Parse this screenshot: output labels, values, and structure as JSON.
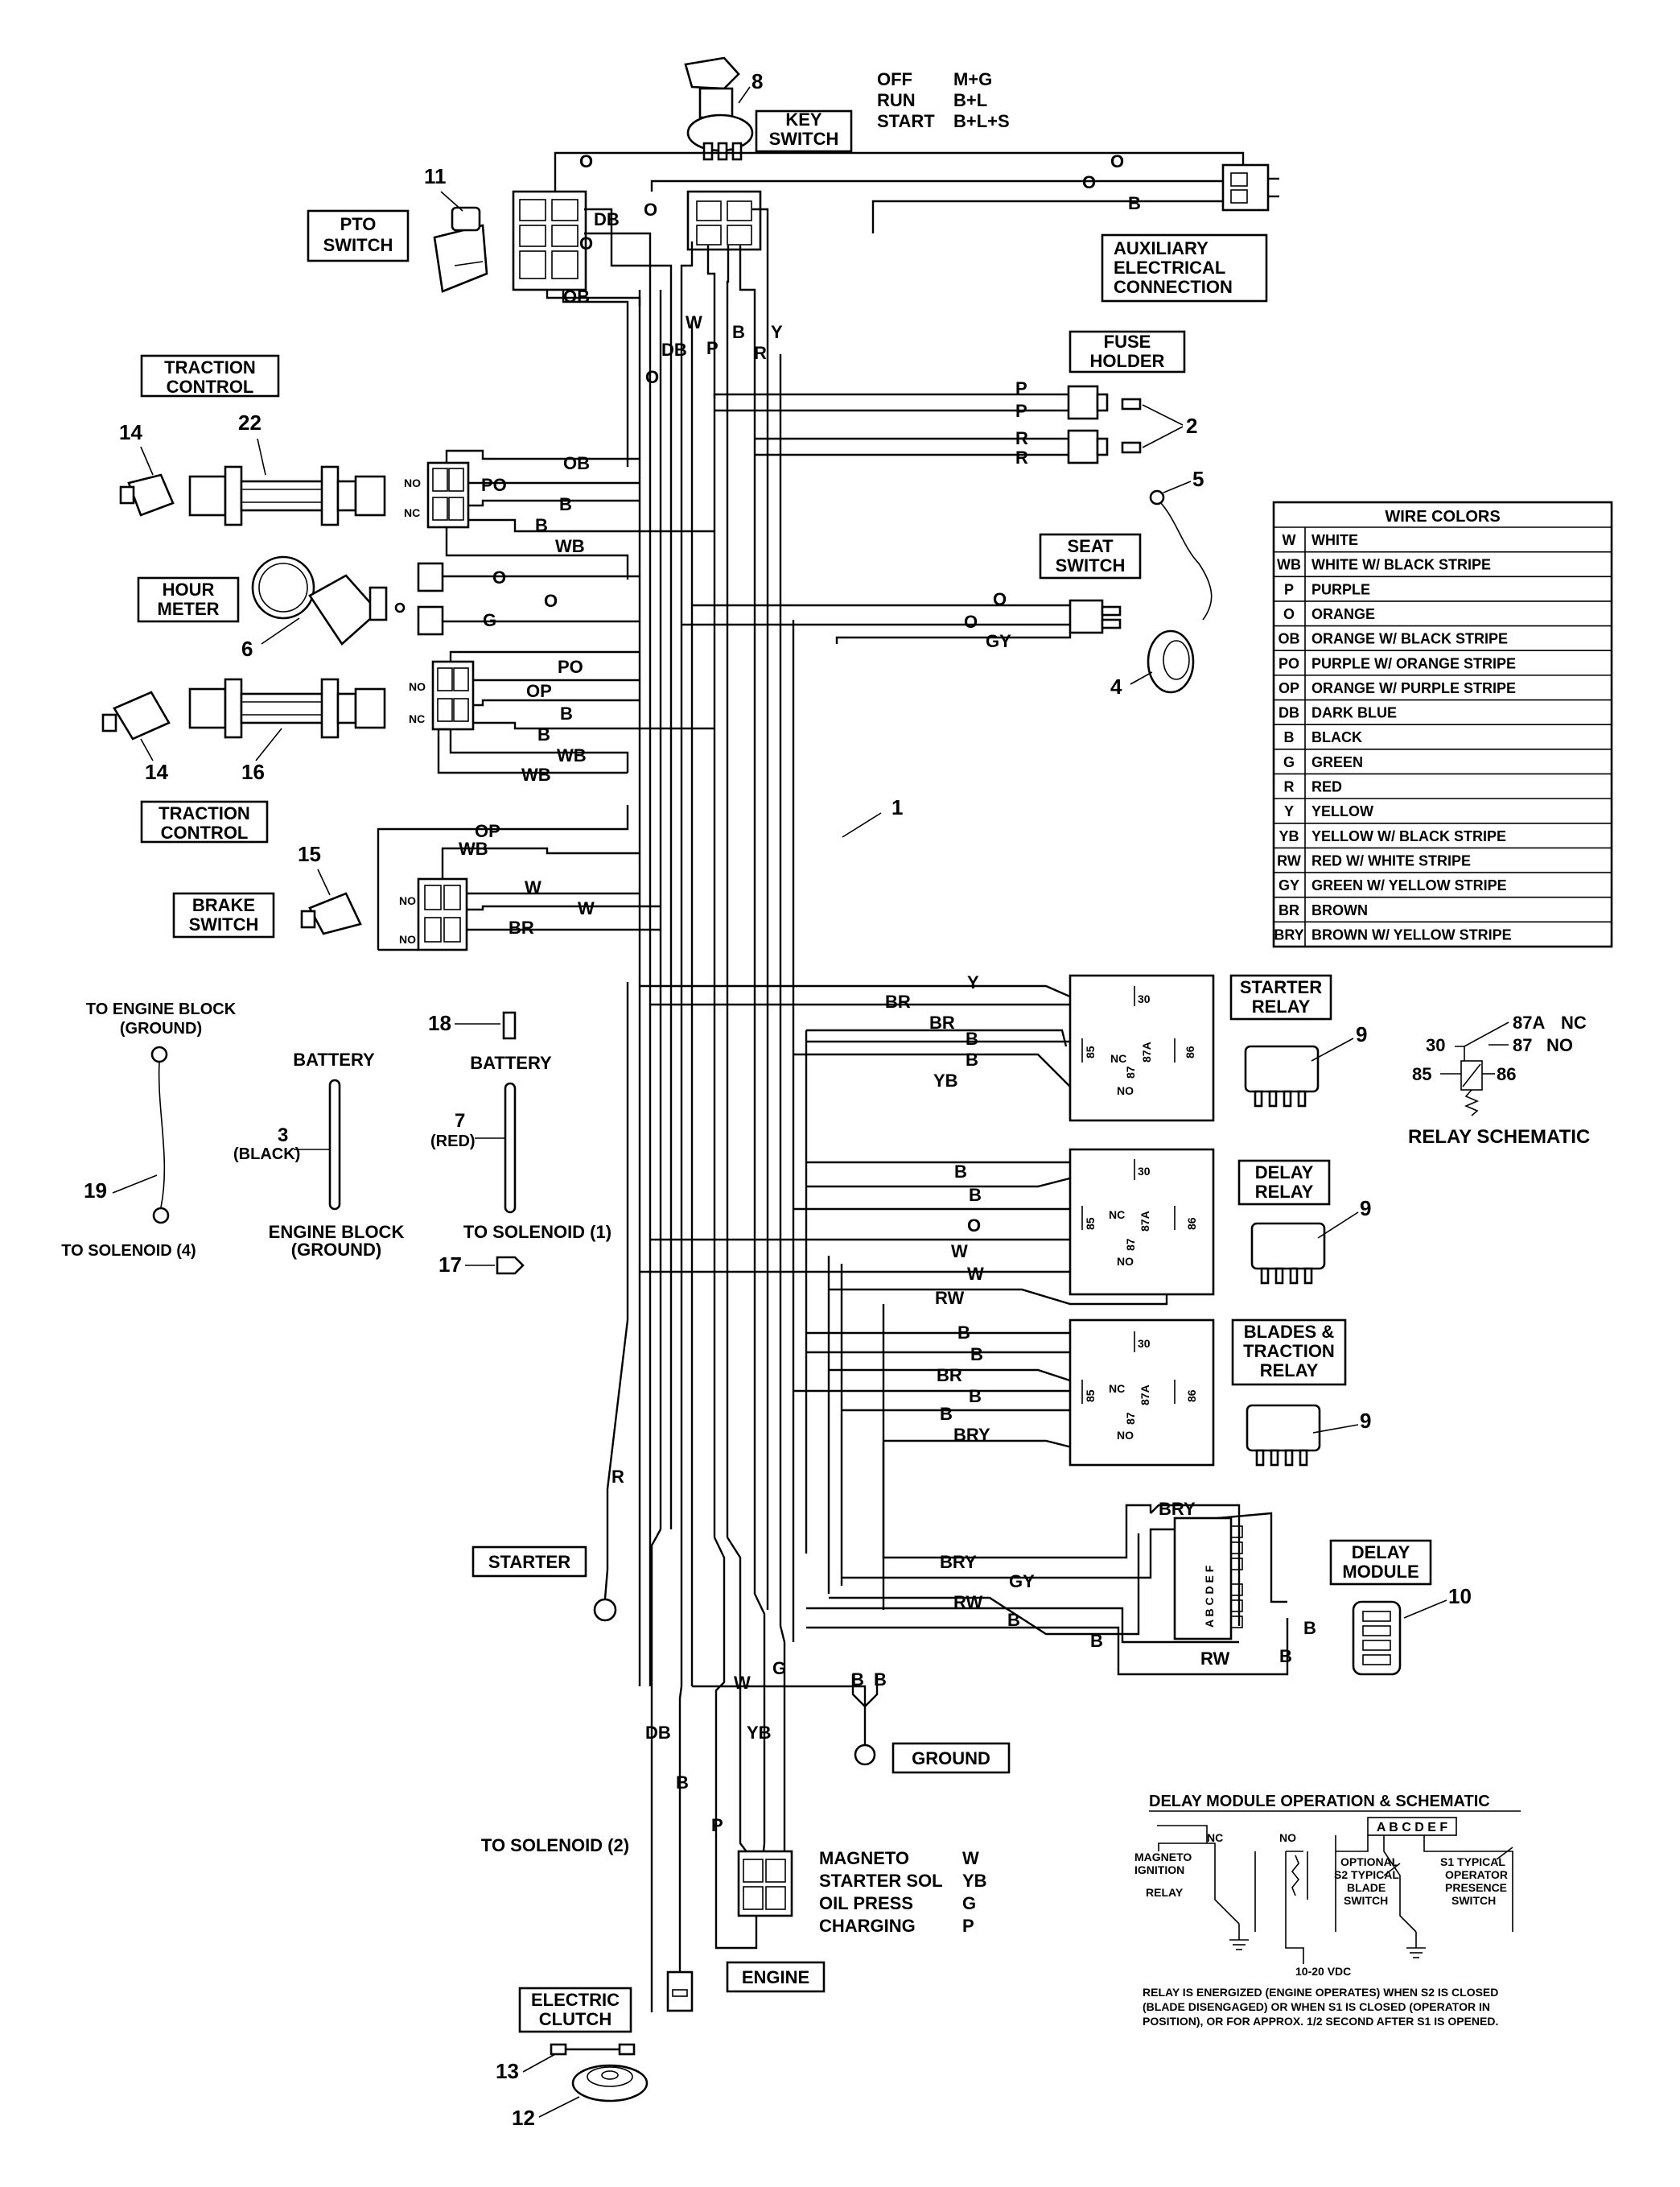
{
  "key_switch": {
    "callout": "8",
    "title_line1": "KEY",
    "title_line2": "SWITCH",
    "positions": [
      {
        "pos": "OFF",
        "contacts": "M+G"
      },
      {
        "pos": "RUN",
        "contacts": "B+L"
      },
      {
        "pos": "START",
        "contacts": "B+L+S"
      }
    ]
  },
  "pto_switch": {
    "callout": "11",
    "line1": "PTO",
    "line2": "SWITCH"
  },
  "auxiliary": {
    "line1": "AUXILIARY",
    "line2": "ELECTRICAL",
    "line3": "CONNECTION"
  },
  "fuse_holder": {
    "line1": "FUSE",
    "line2": "HOLDER",
    "callout": "2"
  },
  "traction_control_top": {
    "line1": "TRACTION",
    "line2": "CONTROL",
    "callout_a": "14",
    "callout_b": "22"
  },
  "traction_control_bottom": {
    "line1": "TRACTION",
    "line2": "CONTROL",
    "callout_a": "14",
    "callout_b": "16"
  },
  "hour_meter": {
    "line1": "HOUR",
    "line2": "METER",
    "callout": "6"
  },
  "seat_switch": {
    "line1": "SEAT",
    "line2": "SWITCH",
    "callout_a": "5",
    "callout_b": "4"
  },
  "brake_switch": {
    "line1": "BRAKE",
    "line2": "SWITCH",
    "callout": "15"
  },
  "harness": {
    "callout": "1"
  },
  "wire_colors": {
    "title": "WIRE COLORS",
    "rows": [
      {
        "code": "W",
        "name": "WHITE"
      },
      {
        "code": "WB",
        "name": "WHITE W/ BLACK STRIPE"
      },
      {
        "code": "P",
        "name": "PURPLE"
      },
      {
        "code": "O",
        "name": "ORANGE"
      },
      {
        "code": "OB",
        "name": "ORANGE W/ BLACK STRIPE"
      },
      {
        "code": "PO",
        "name": "PURPLE W/ ORANGE STRIPE"
      },
      {
        "code": "OP",
        "name": "ORANGE W/ PURPLE STRIPE"
      },
      {
        "code": "DB",
        "name": "DARK BLUE"
      },
      {
        "code": "B",
        "name": "BLACK"
      },
      {
        "code": "G",
        "name": "GREEN"
      },
      {
        "code": "R",
        "name": "RED"
      },
      {
        "code": "Y",
        "name": "YELLOW"
      },
      {
        "code": "YB",
        "name": "YELLOW W/ BLACK STRIPE"
      },
      {
        "code": "RW",
        "name": "RED W/ WHITE STRIPE"
      },
      {
        "code": "GY",
        "name": "GREEN W/ YELLOW STRIPE"
      },
      {
        "code": "BR",
        "name": "BROWN"
      },
      {
        "code": "BRY",
        "name": "BROWN W/ YELLOW STRIPE"
      }
    ]
  },
  "relays": {
    "starter": {
      "line1": "STARTER",
      "line2": "RELAY",
      "callout": "9"
    },
    "delay": {
      "line1": "DELAY",
      "line2": "RELAY",
      "callout": "9"
    },
    "blades": {
      "line1": "BLADES &",
      "line2": "TRACTION",
      "line3": "RELAY",
      "callout": "9"
    },
    "pins": {
      "p30": "30",
      "p85": "85",
      "p86": "86",
      "p87": "87",
      "p87a": "87A",
      "nc": "NC",
      "no": "NO"
    }
  },
  "relay_schematic": {
    "title": "RELAY SCHEMATIC",
    "pin_87a": "87A",
    "nc": "NC",
    "pin_87": "87",
    "no": "NO",
    "pin_30": "30",
    "pin_85": "85",
    "pin_86": "86"
  },
  "battery_cables": {
    "engine_block_top_1": "TO ENGINE BLOCK",
    "engine_block_top_2": "(GROUND)",
    "callout_19": "19",
    "to_solenoid_4": "TO SOLENOID (4)",
    "battery_black": "BATTERY",
    "callout_3": "3",
    "black": "(BLACK)",
    "engine_block_1": "ENGINE BLOCK",
    "engine_block_2": "(GROUND)",
    "callout_18": "18",
    "battery_red": "BATTERY",
    "callout_7": "7",
    "red": "(RED)",
    "to_solenoid_1": "TO SOLENOID (1)",
    "callout_17": "17"
  },
  "starter": {
    "label": "STARTER",
    "wire": "R"
  },
  "ground": {
    "label": "GROUND"
  },
  "delay_module": {
    "line1": "DELAY",
    "line2": "MODULE",
    "callout": "10",
    "pins": "A B C D E F"
  },
  "engine": {
    "label": "ENGINE",
    "to_solenoid_2": "TO SOLENOID (2)",
    "legend": [
      {
        "name": "MAGNETO",
        "code": "W"
      },
      {
        "name": "STARTER SOL",
        "code": "YB"
      },
      {
        "name": "OIL PRESS",
        "code": "G"
      },
      {
        "name": "CHARGING",
        "code": "P"
      }
    ]
  },
  "electric_clutch": {
    "line1": "ELECTRIC",
    "line2": "CLUTCH",
    "callout_a": "13",
    "callout_b": "12"
  },
  "delay_schematic": {
    "title": "DELAY MODULE OPERATION & SCHEMATIC",
    "pins": "A B C D E F",
    "nc": "NC",
    "no": "NO",
    "magneto_1": "MAGNETO",
    "magneto_2": "IGNITION",
    "relay": "RELAY",
    "vdc": "10-20 VDC",
    "s2_1": "OPTIONAL",
    "s2_2": "S2 TYPICAL",
    "s2_3": "BLADE",
    "s2_4": "SWITCH",
    "s1_1": "S1 TYPICAL",
    "s1_2": "OPERATOR",
    "s1_3": "PRESENCE",
    "s1_4": "SWITCH",
    "note_1": "RELAY IS ENERGIZED (ENGINE OPERATES) WHEN S2 IS CLOSED",
    "note_2": "(BLADE DISENGAGED) OR WHEN S1 IS CLOSED (OPERATOR IN",
    "note_3": "POSITION), OR FOR APPROX. 1/2 SECOND AFTER S1 IS OPENED."
  },
  "wire_labels": {
    "O": "O",
    "B": "B",
    "DB": "DB",
    "OB": "OB",
    "W": "W",
    "P": "P",
    "R": "R",
    "Y": "Y",
    "PO": "PO",
    "WB": "WB",
    "G": "G",
    "GY": "GY",
    "OP": "OP",
    "BR": "BR",
    "YB": "YB",
    "RW": "RW",
    "BRY": "BRY",
    "NO": "NO",
    "NC": "NC"
  }
}
